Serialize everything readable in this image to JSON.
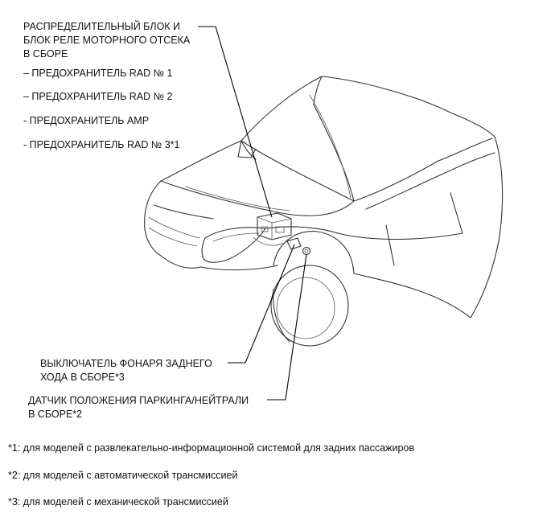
{
  "callouts": {
    "relay_block": {
      "line1": "РАСПРЕДЕЛИТЕЛЬНЫЙ БЛОК И",
      "line2": "БЛОК РЕЛЕ МОТОРНОГО ОТСЕКА",
      "line3": "В СБОРЕ",
      "fuses": [
        "– ПРЕДОХРАНИТЕЛЬ RAD № 1",
        "– ПРЕДОХРАНИТЕЛЬ RAD № 2",
        "- ПРЕДОХРАНИТЕЛЬ AMP",
        "- ПРЕДОХРАНИТЕЛЬ RAD № 3*1"
      ]
    },
    "backup_switch": {
      "line1": "ВЫКЛЮЧАТЕЛЬ ФОНАРЯ ЗАДНЕГО",
      "line2": "ХОДА В СБОРЕ*3"
    },
    "park_neutral_sensor": {
      "line1": "ДАТЧИК ПОЛОЖЕНИЯ ПАРКИНГА/НЕЙТРАЛИ",
      "line2": "В СБОРЕ*2"
    }
  },
  "footnotes": [
    "*1: для моделей с развлекательно-информационной системой для задних пассажиров",
    "*2: для моделей с автоматической трансмиссией",
    "*3: для моделей с механической трансмиссией"
  ]
}
